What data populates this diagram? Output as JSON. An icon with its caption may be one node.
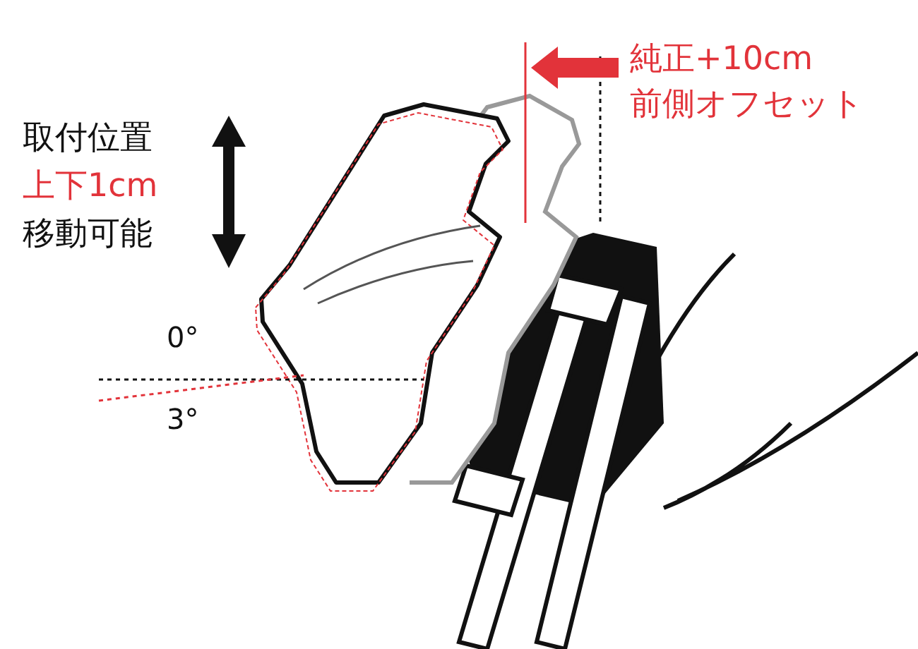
{
  "diagram": {
    "labels": [
      "純正+10cm",
      "前側オフセット",
      "取付位置",
      "上下1cm",
      "移動可能",
      "0°",
      "3°"
    ]
  }
}
